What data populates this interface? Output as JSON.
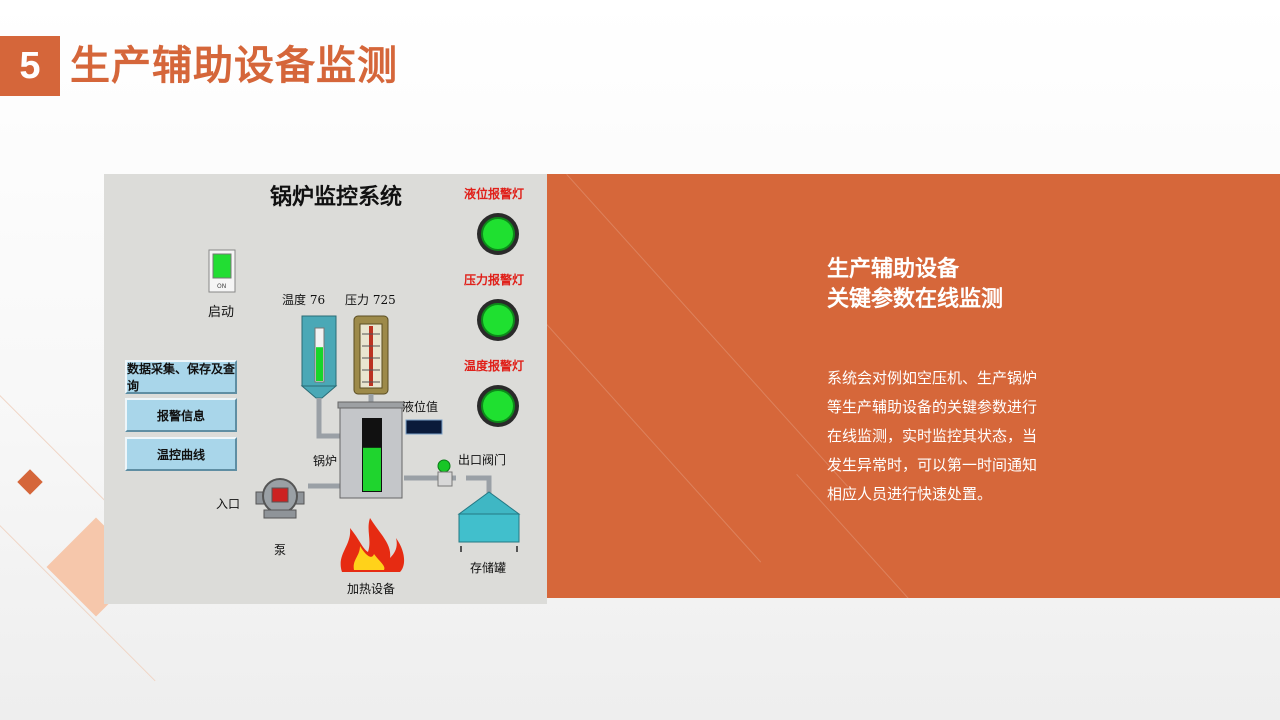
{
  "header": {
    "number": "5",
    "title": "生产辅助设备监测"
  },
  "hmi": {
    "system_title": "锅炉监控系统",
    "start_switch_label": "ON",
    "start_label": "启动",
    "temperature_label": "温度 76",
    "pressure_label": "压力 725",
    "liquid_level_label": "液位值",
    "boiler_label": "锅炉",
    "inlet_label": "入口",
    "pump_label": "泵",
    "heater_label": "加热设备",
    "outlet_valve_label": "出口阀门",
    "storage_tank_label": "存储罐",
    "alarms": [
      {
        "label": "液位报警灯",
        "color": "#1fe030"
      },
      {
        "label": "压力报警灯",
        "color": "#1fe030"
      },
      {
        "label": "温度报警灯",
        "color": "#1fe030"
      }
    ],
    "buttons": [
      {
        "label": "数据采集、保存及查询"
      },
      {
        "label": "报警信息"
      },
      {
        "label": "温控曲线"
      }
    ],
    "temperature_fill": 0.65,
    "liquid_level_fill": 0.6
  },
  "side": {
    "heading_line1": "生产辅助设备",
    "heading_line2": "关键参数在线监测",
    "body": "系统会对例如空压机、生产锅炉等生产辅助设备的关键参数进行在线监测，实时监控其状态，当发生异常时，可以第一时间通知相应人员进行快速处置。"
  },
  "colors": {
    "accent": "#d5663a",
    "accent_light": "#f6c7ab"
  }
}
